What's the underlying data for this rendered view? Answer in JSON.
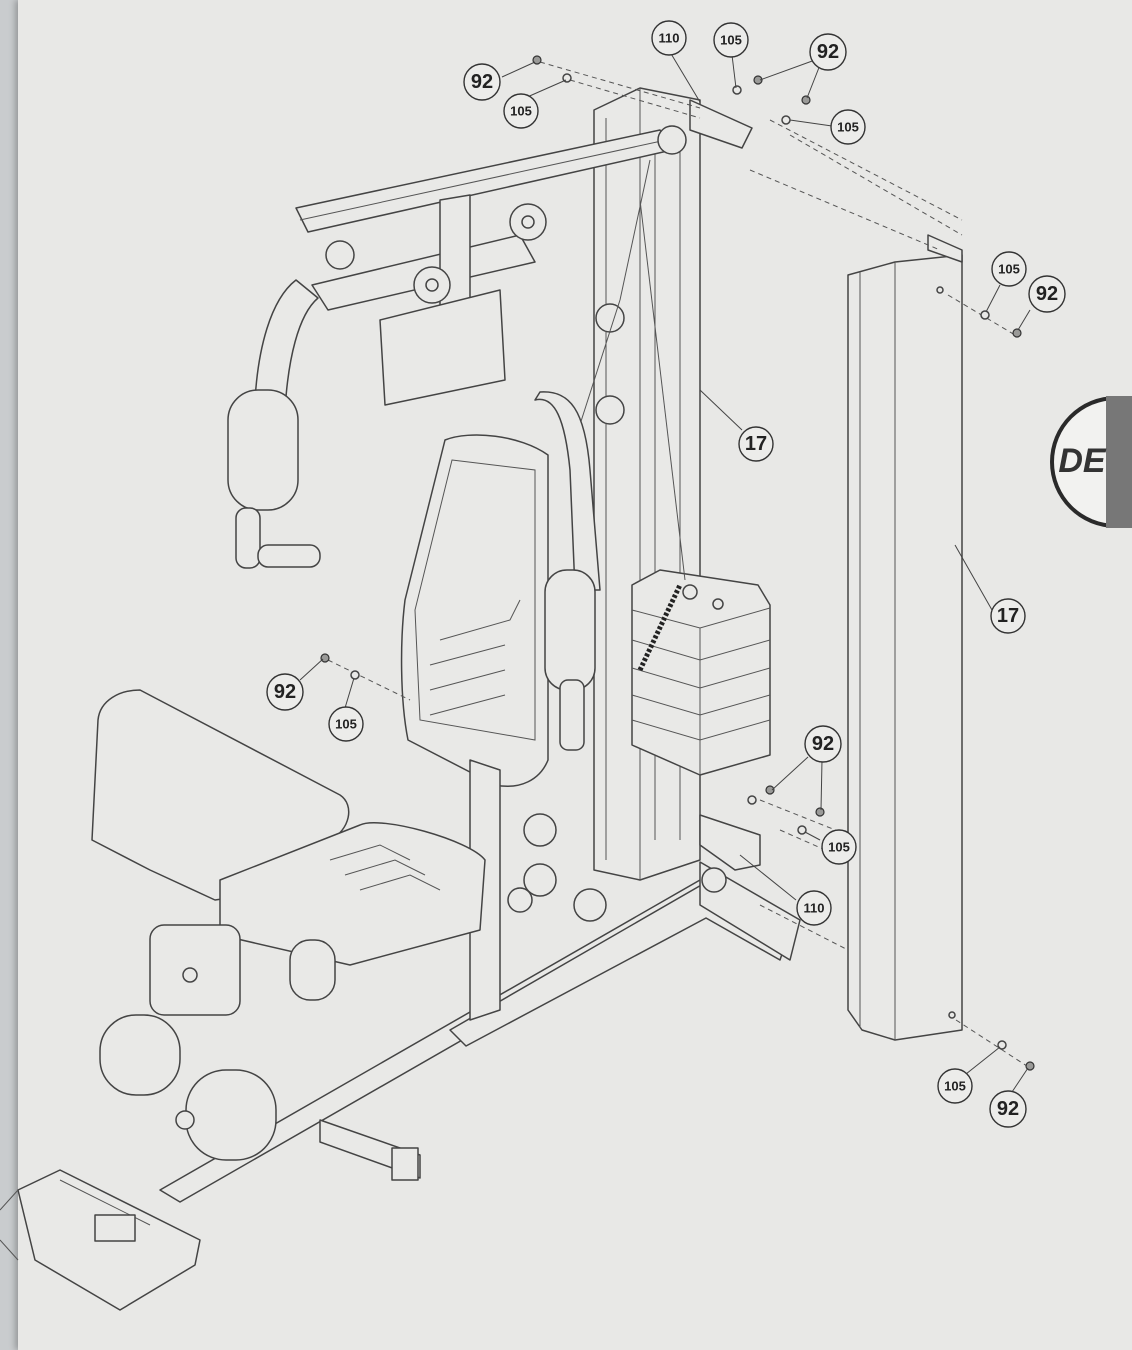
{
  "language_tab": {
    "label": "DE"
  },
  "callouts": [
    {
      "id": "c1",
      "label": "92"
    },
    {
      "id": "c2",
      "label": "105"
    },
    {
      "id": "c3",
      "label": "110"
    },
    {
      "id": "c4",
      "label": "105"
    },
    {
      "id": "c5",
      "label": "92"
    },
    {
      "id": "c6",
      "label": "105"
    },
    {
      "id": "c7",
      "label": "105"
    },
    {
      "id": "c8",
      "label": "92"
    },
    {
      "id": "c9",
      "label": "17"
    },
    {
      "id": "c10",
      "label": "17"
    },
    {
      "id": "c11",
      "label": "92"
    },
    {
      "id": "c12",
      "label": "105"
    },
    {
      "id": "c13",
      "label": "92"
    },
    {
      "id": "c14",
      "label": "105"
    },
    {
      "id": "c15",
      "label": "110"
    },
    {
      "id": "c16",
      "label": "105"
    },
    {
      "id": "c17",
      "label": "92"
    }
  ]
}
